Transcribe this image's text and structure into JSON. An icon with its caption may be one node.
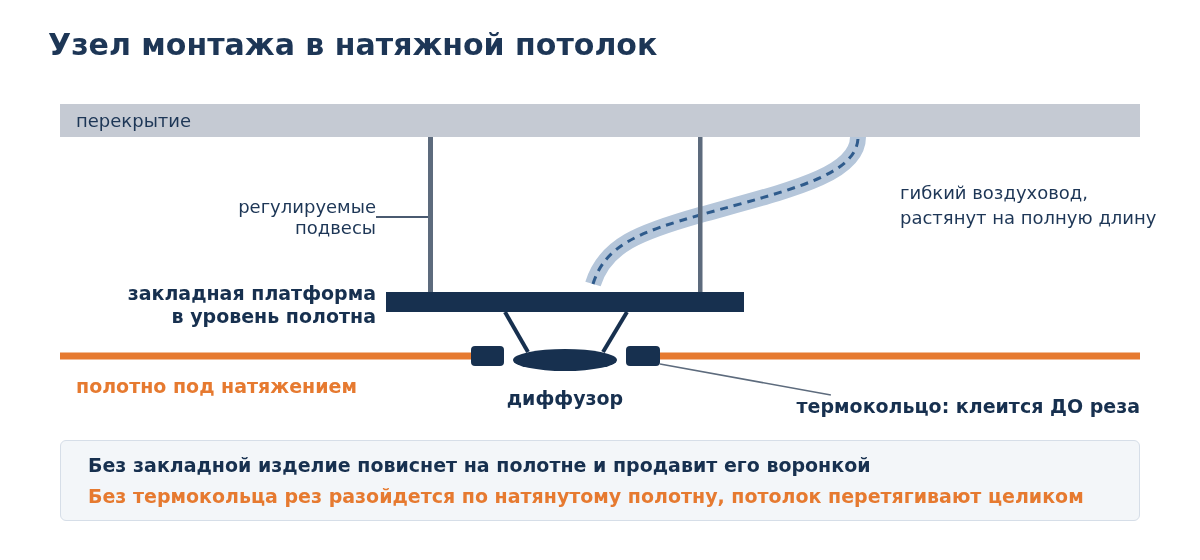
{
  "diagram": {
    "title": "Узел монтажа в натяжной потолок",
    "nodes": [
      {
        "text": [
          "перекрытие"
        ]
      },
      {
        "text": [
          "регулируемые подвесы"
        ]
      },
      {
        "text": [],
        "shape": "bar"
      },
      {
        "text": [
          "закладная платформа в уровень полотна"
        ]
      },
      {
        "text": [],
        "shape": "box"
      },
      {
        "text": [],
        "shape": "box"
      },
      {
        "text": [
          "термокольцо: клеится ДО реза"
        ]
      },
      {
        "text": [
          "Без закладной изделие повиснет на полотне и продавит его воронкой",
          "Без термокольца рез разойдется по натянутому полотну, потолок перетягивают целиком"
        ]
      }
    ],
    "edges": [
      {
        "from": 1,
        "to": 2,
        "arrow": "none"
      },
      {
        "from": 6,
        "to": 5,
        "arrow": "none"
      }
    ],
    "labels": [
      "гибкий воздуховод, растянут на полную длину",
      "полотно под натяжением",
      "диффузор"
    ]
  }
}
